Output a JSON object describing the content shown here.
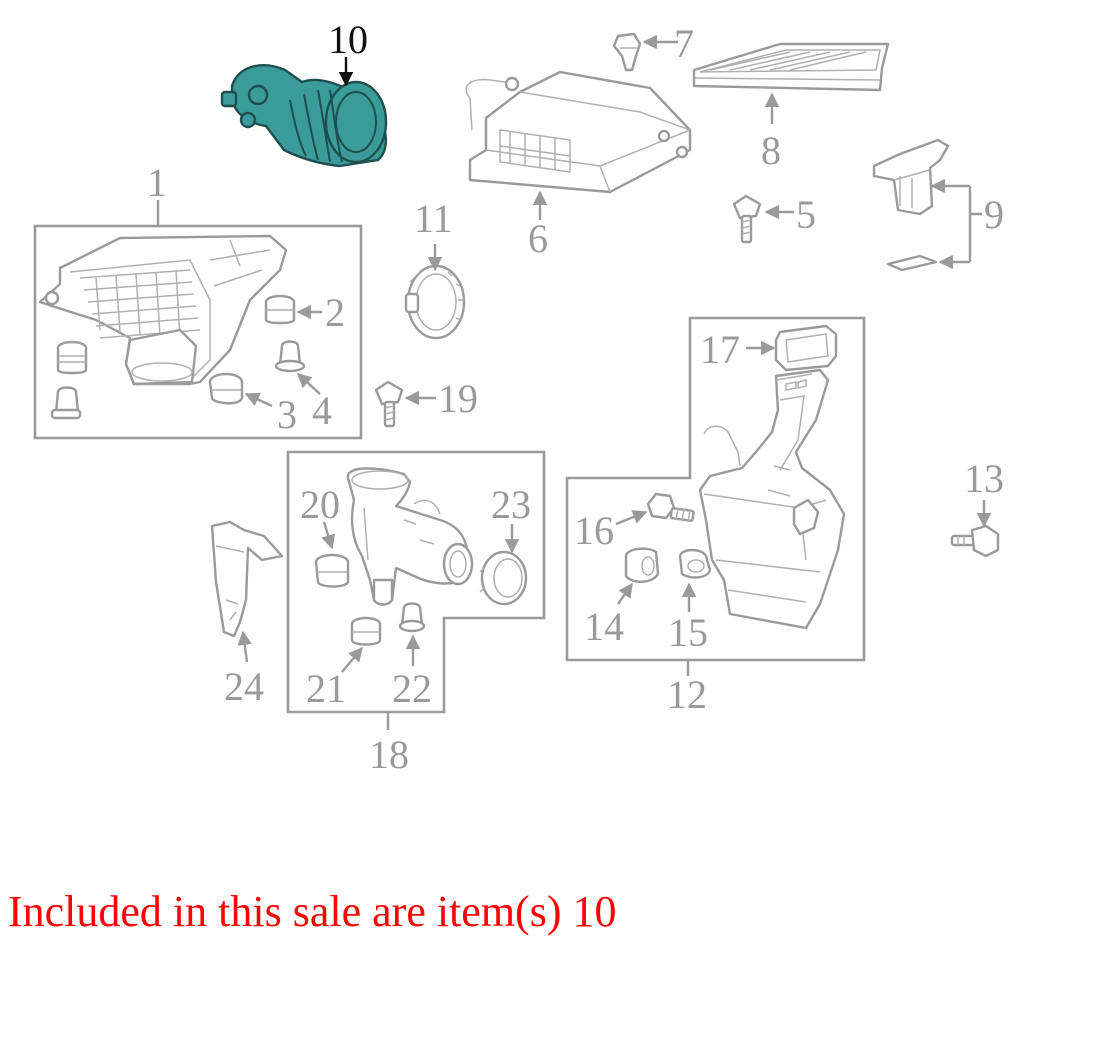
{
  "colors": {
    "line": "#9a9a9a",
    "highlight_fill": "#3a9b9b",
    "highlight_stroke": "#1f4e4e",
    "caption": "#ff0000"
  },
  "callouts": {
    "c1": "1",
    "c2": "2",
    "c3": "3",
    "c4": "4",
    "c5": "5",
    "c6": "6",
    "c7": "7",
    "c8": "8",
    "c9": "9",
    "c10": "10",
    "c11": "11",
    "c12": "12",
    "c13": "13",
    "c14": "14",
    "c15": "15",
    "c16": "16",
    "c17": "17",
    "c18": "18",
    "c19": "19",
    "c20": "20",
    "c21": "21",
    "c22": "22",
    "c23": "23",
    "c24": "24"
  },
  "highlighted_item": "10",
  "caption": "Included in this sale are item(s) 10"
}
